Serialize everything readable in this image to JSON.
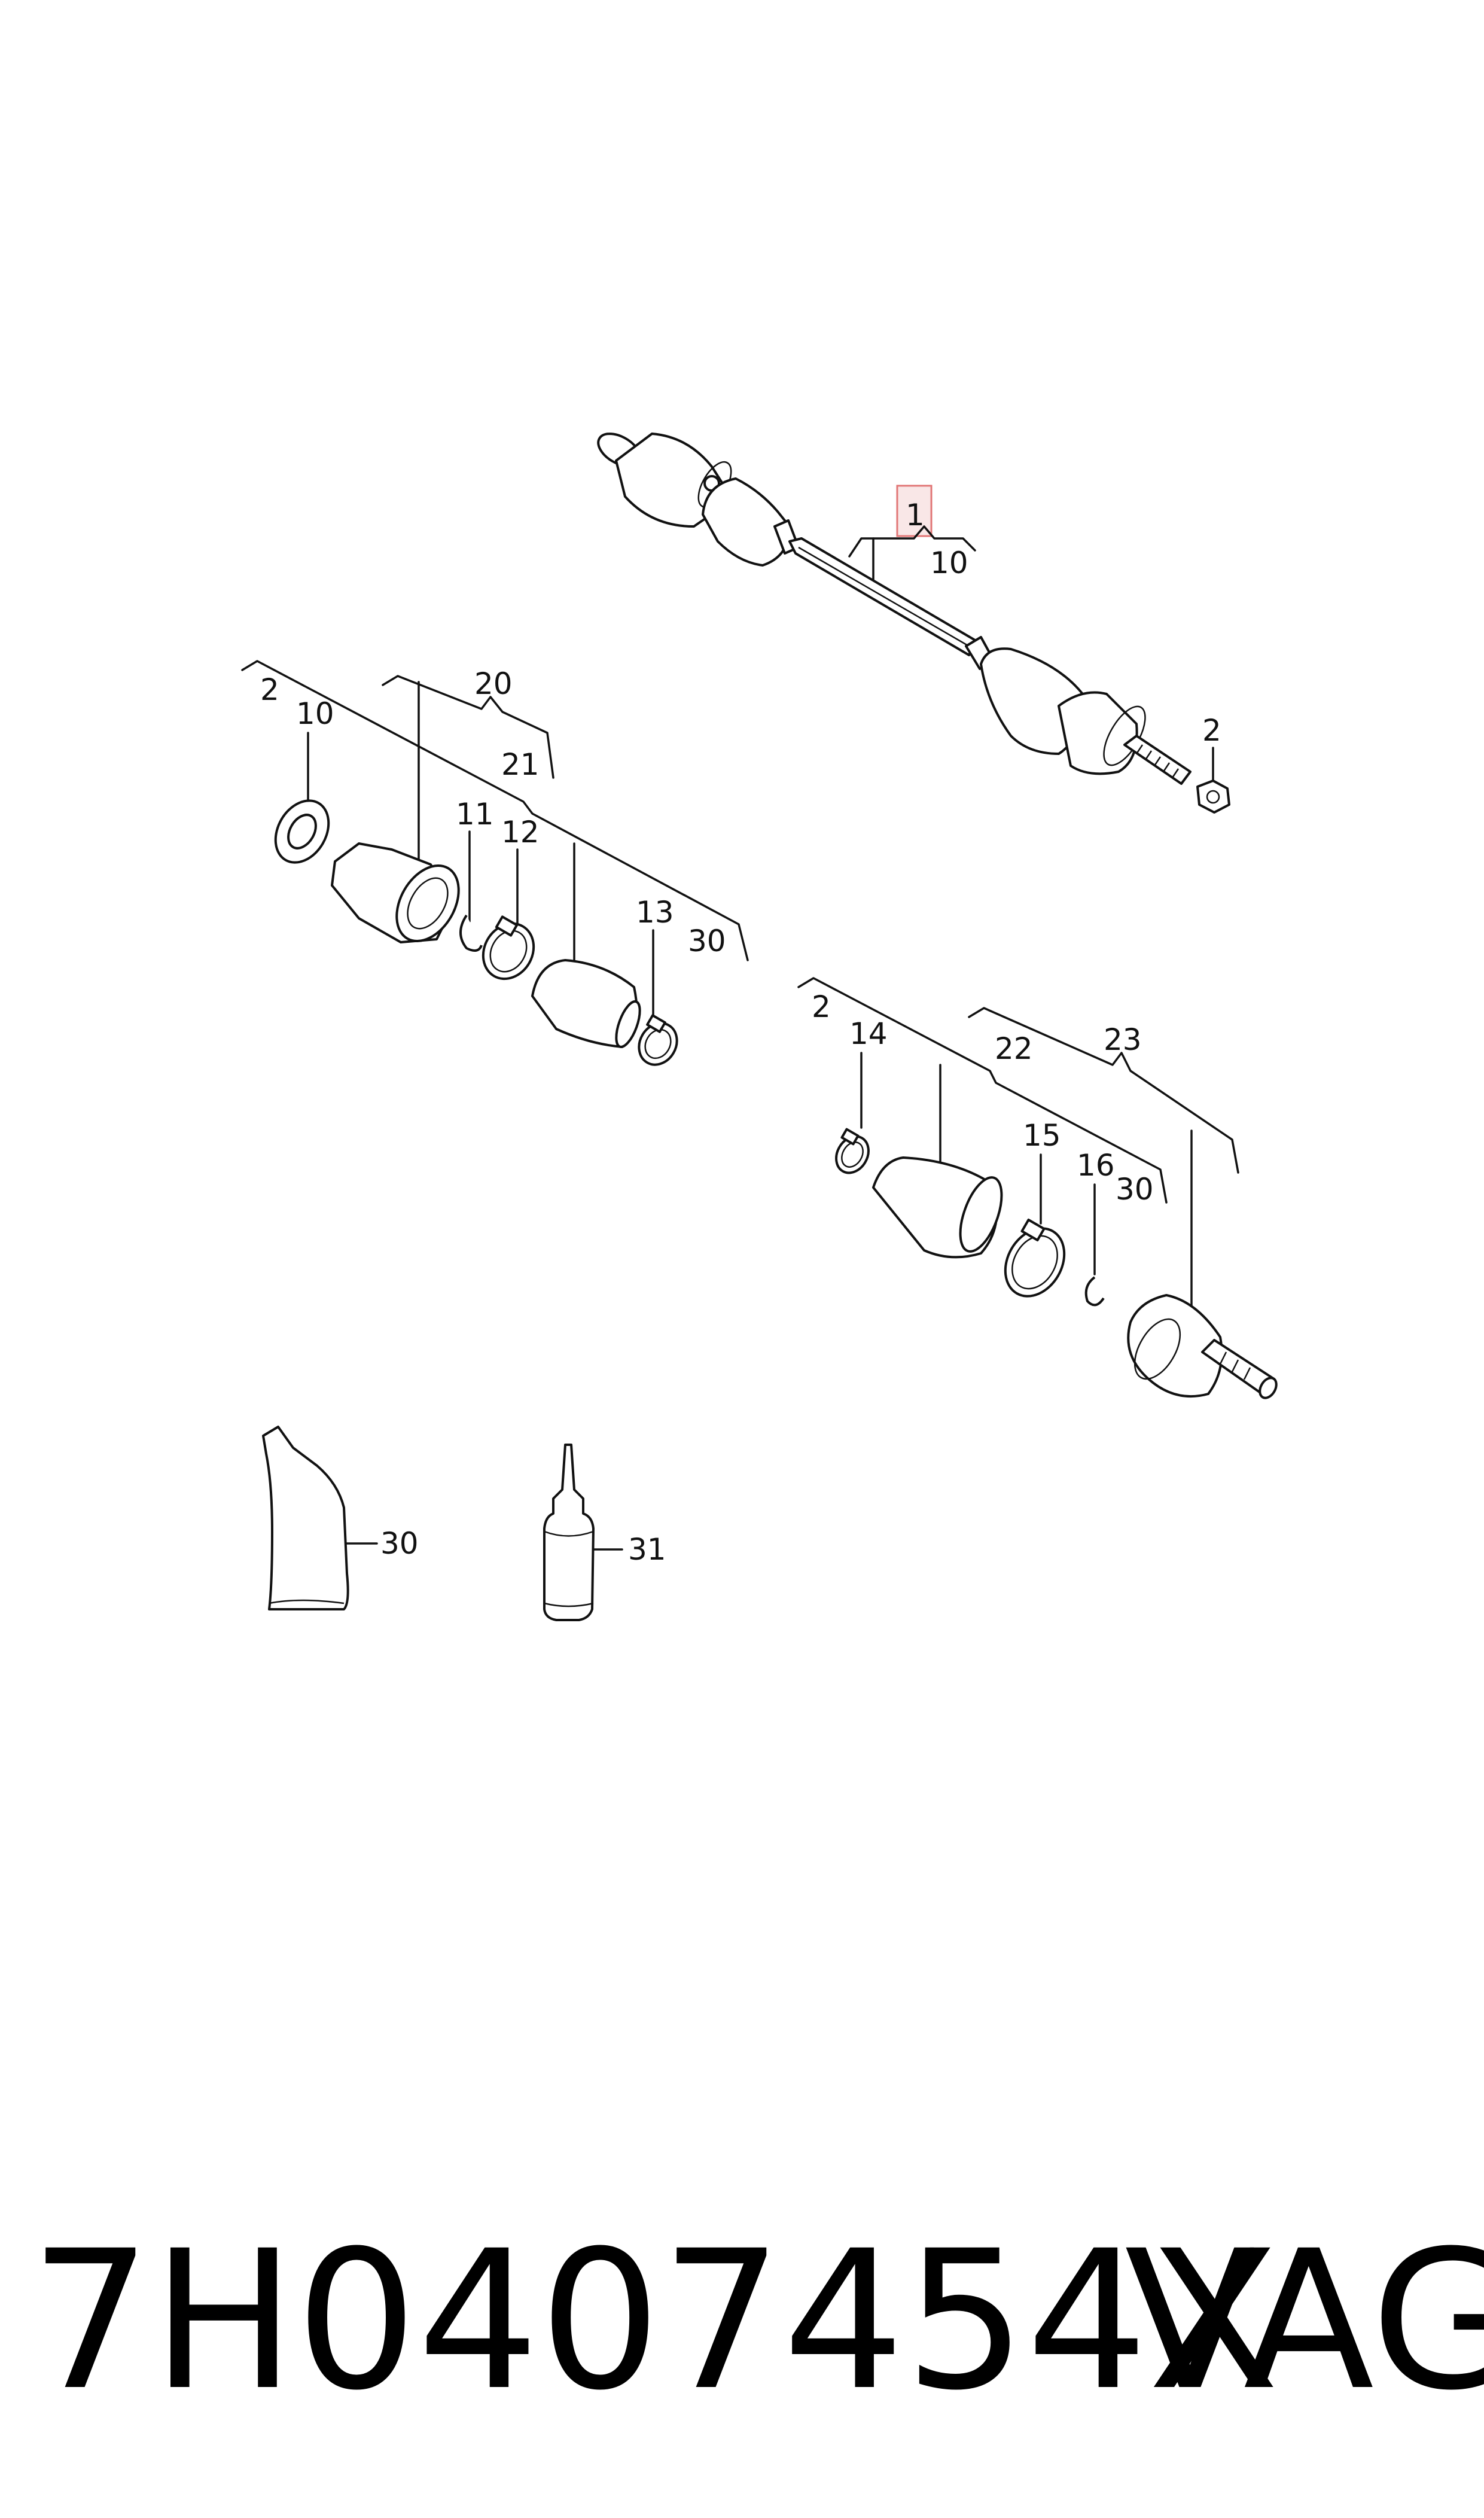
{
  "callouts": {
    "shaft_top": "1",
    "shaft_top_10": "10",
    "nut_top": "2",
    "kit_left_2": "2",
    "kit_left_10": "10",
    "kit_left_20": "20",
    "kit_left_21": "21",
    "kit_left_11": "11",
    "kit_left_12": "12",
    "kit_left_13": "13",
    "kit_left_30": "30",
    "kit_right_2": "2",
    "kit_right_14": "14",
    "kit_right_22": "22",
    "kit_right_23": "23",
    "kit_right_15": "15",
    "kit_right_16": "16",
    "kit_right_30": "30",
    "grease_tube": "30",
    "bottle": "31"
  },
  "highlight_color": "#e8a0a0",
  "footer": {
    "part_number": "7H0407454X",
    "brand": "VAG"
  }
}
